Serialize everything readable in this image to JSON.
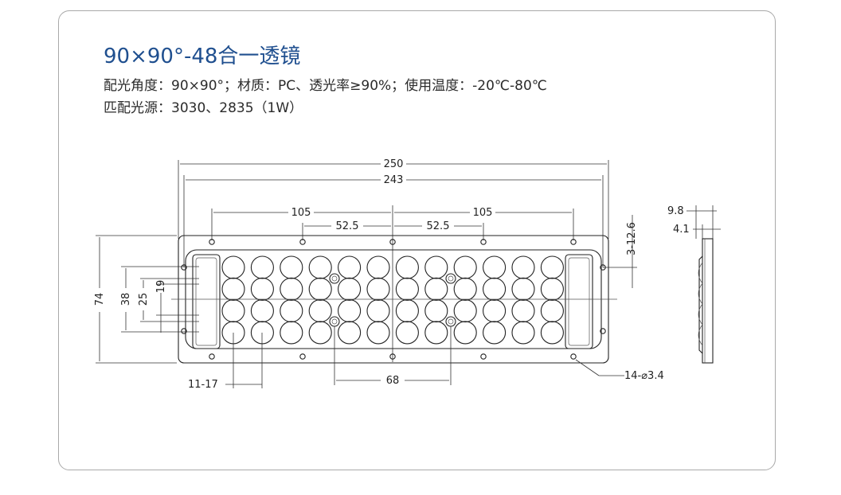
{
  "title": "90×90°-48合一透镜",
  "specs": {
    "line1": "配光角度：90×90°；材质：PC、透光率≥90%；使用温度：-20℃-80℃",
    "line2": "匹配光源：3030、2835（1W）"
  },
  "dimensions": {
    "overall_length": "250",
    "inner_length": "243",
    "left_span": "105",
    "right_span": "105",
    "left_half": "52.5",
    "right_half": "52.5",
    "slot_holes": "3-12.6",
    "height": "74",
    "h38": "38",
    "h25": "25",
    "h19": "19",
    "lens_pitch": "11-17",
    "center_gap": "68",
    "mount_holes": "14-⌀3.4",
    "side_thickness": "9.8",
    "side_lens": "4.1"
  },
  "lens_grid": {
    "rows": 4,
    "columns": 12
  }
}
